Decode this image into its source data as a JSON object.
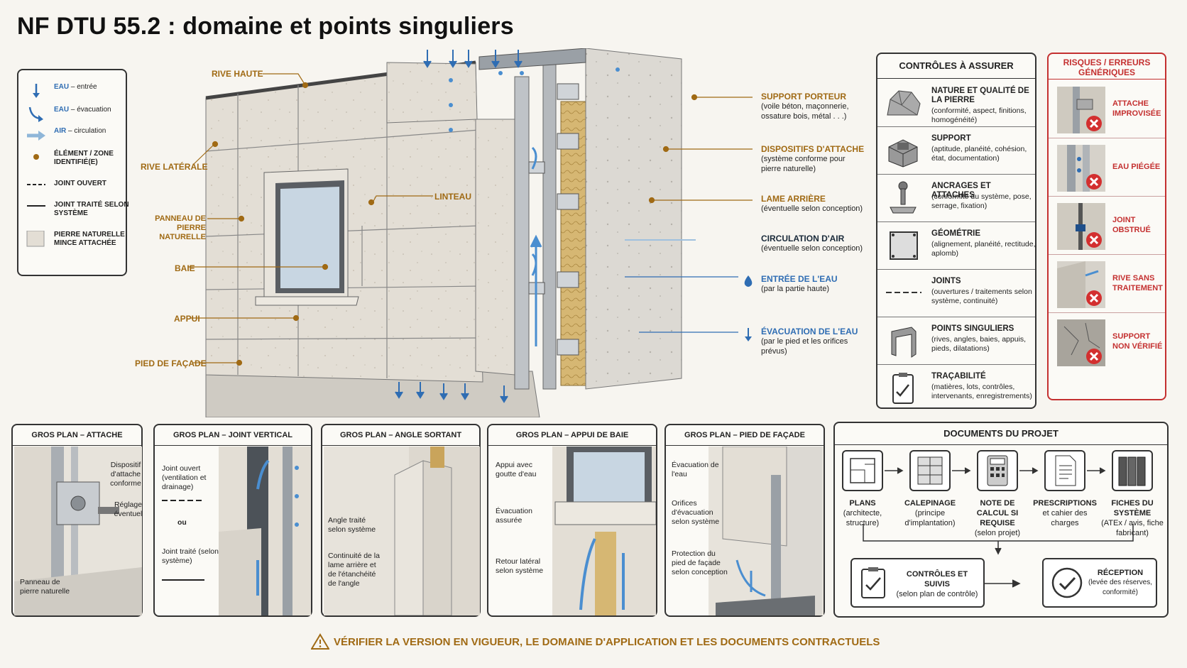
{
  "title": "NF DTU 55.2 : domaine et points singuliers",
  "legend": [
    {
      "icon": "water-in-arrow-icon",
      "bold": "EAU",
      "text": " – entrée"
    },
    {
      "icon": "water-out-arrow-icon",
      "bold": "EAU",
      "text": " – évacuation"
    },
    {
      "icon": "air-arrow-icon",
      "bold": "AIR",
      "text": " – circulation"
    },
    {
      "icon": "identified-dot-icon",
      "bold": "",
      "text": "ÉLÉMENT / ZONE IDENTIFIÉ(E)"
    },
    {
      "icon": "dashed-line-icon",
      "bold": "",
      "text": "JOINT OUVERT"
    },
    {
      "icon": "solid-line-icon",
      "bold": "",
      "text": "JOINT TRAITÉ SELON SYSTÈME"
    },
    {
      "icon": "stone-swatch-icon",
      "bold": "",
      "text": "PIERRE NATURELLE MINCE ATTACHÉE"
    }
  ],
  "left_labels": {
    "rive_haute": "RIVE HAUTE",
    "rive_laterale": "RIVE LATÉRALE",
    "linteau": "LINTEAU",
    "panneau": "PANNEAU DE PIERRE NATURELLE",
    "baie": "BAIE",
    "appui": "APPUI",
    "pied": "PIED DE FAÇADE"
  },
  "right_labels": [
    {
      "h": "SUPPORT PORTEUR",
      "s": "(voile béton, maçonnerie, ossature bois, métal . . .)"
    },
    {
      "h": "DISPOSITIFS D'ATTACHE",
      "s": "(système conforme pour pierre naturelle)"
    },
    {
      "h": "LAME ARRIÈRE",
      "s": "(éventuelle selon conception)"
    },
    {
      "h": "CIRCULATION D'AIR",
      "s": "(éventuelle selon conception)"
    },
    {
      "h": "ENTRÉE DE L'EAU",
      "s": "(par la partie haute)"
    },
    {
      "h": "ÉVACUATION DE L'EAU",
      "s": "(par le pied et les orifices prévus)"
    }
  ],
  "controls": {
    "title": "CONTRÔLES À ASSURER",
    "items": [
      {
        "icon": "stone-icon",
        "title": "NATURE ET QUALITÉ DE LA PIERRE",
        "desc": "(conformité, aspect, finitions, homogénéité)"
      },
      {
        "icon": "support-block-icon",
        "title": "SUPPORT",
        "desc": "(aptitude, planéité, cohésion, état, documentation)"
      },
      {
        "icon": "anchor-bolt-icon",
        "title": "ANCRAGES ET ATTACHES",
        "desc": "(conformité du système, pose, serrage, fixation)"
      },
      {
        "icon": "geometry-panel-icon",
        "title": "GÉOMÉTRIE",
        "desc": "(alignement, planéité, rectitude, aplomb)"
      },
      {
        "icon": "joint-dash-icon",
        "title": "JOINTS",
        "desc": "(ouvertures / traitements selon système, continuité)"
      },
      {
        "icon": "corner-profile-icon",
        "title": "POINTS SINGULIERS",
        "desc": "(rives, angles, baies, appuis, pieds, dilatations)"
      },
      {
        "icon": "clipboard-icon",
        "title": "TRAÇABILITÉ",
        "desc": "(matières, lots, contrôles, intervenants, enregistrements)"
      }
    ]
  },
  "risks": {
    "title": "RISQUES / ERREURS GÉNÉRIQUES",
    "items": [
      "ATTACHE IMPROVISÉE",
      "EAU PIÉGÉE",
      "JOINT OBSTRUÉ",
      "RIVE SANS TRAITEMENT",
      "SUPPORT NON VÉRIFIÉ"
    ]
  },
  "closeups": [
    {
      "title": "GROS PLAN  –  ATTACHE",
      "texts": [
        "Dispositif d'attache conforme",
        "Réglage éventuel",
        "Panneau de pierre naturelle"
      ]
    },
    {
      "title": "GROS PLAN  –  JOINT VERTICAL",
      "texts": [
        "Joint ouvert (ventilation et drainage)",
        "ou",
        "Joint traité (selon système)"
      ]
    },
    {
      "title": "GROS PLAN  –  ANGLE SORTANT",
      "texts": [
        "Angle traité selon système",
        "Continuité de la lame arrière et de l'étanchéité de l'angle"
      ]
    },
    {
      "title": "GROS PLAN  –  APPUI DE BAIE",
      "texts": [
        "Appui avec goutte d'eau",
        "Évacuation assurée",
        "Retour latéral selon système"
      ]
    },
    {
      "title": "GROS PLAN  –  PIED DE FAÇADE",
      "texts": [
        "Évacuation de l'eau",
        "Orifices d'évacuation selon système",
        "Protection du pied de façade selon conception"
      ]
    }
  ],
  "documents": {
    "title": "DOCUMENTS DU PROJET",
    "items": [
      {
        "icon": "plans-icon",
        "h": "PLANS",
        "s": "(architecte, structure)"
      },
      {
        "icon": "calepinage-icon",
        "h": "CALEPINAGE",
        "s": "(principe d'implantation)"
      },
      {
        "icon": "calculator-icon",
        "h": "NOTE DE CALCUL SI REQUISE",
        "s": "(selon projet)"
      },
      {
        "icon": "document-icon",
        "h": "PRESCRIPTIONS",
        "s": "et cahier des charges"
      },
      {
        "icon": "binders-icon",
        "h": "FICHES DU SYSTÈME",
        "s": "(ATEx / avis, fiche fabricant)"
      }
    ],
    "control": {
      "h": "CONTRÔLES ET SUIVIS",
      "s": "(selon plan de contrôle)"
    },
    "reception": {
      "h": "RÉCEPTION",
      "s": "(levée des réserves, conformité)"
    }
  },
  "footer": "VÉRIFIER LA VERSION EN VIGUEUR, LE DOMAINE D'APPLICATION ET LES DOCUMENTS CONTRACTUELS",
  "colors": {
    "accent": "#a06a14",
    "water": "#2f6db3",
    "risk": "#c43030",
    "stone": "#e3ded5"
  }
}
